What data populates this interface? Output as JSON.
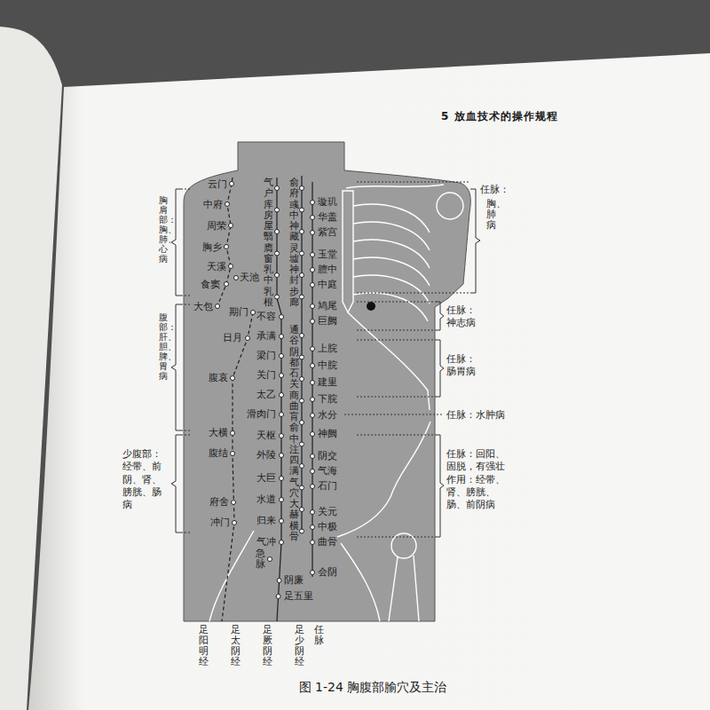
{
  "diagram": {
    "caption": "图 1-24 胸腹部腧穴及主治",
    "labels": [
      "5 放血技术的操作规程",
      "云门",
      "中府",
      "周荣",
      "胸乡",
      "天溪",
      "食窦",
      "天池",
      "大包",
      "气户",
      "库房",
      "屋翳",
      "膺窗",
      "乳中",
      "乳根",
      "俞府",
      "彧中",
      "神藏",
      "灵墟",
      "神封",
      "步廊",
      "璇玑",
      "华盖",
      "紫宫",
      "玉堂",
      "膻中",
      "中庭",
      "鸠尾",
      "巨阙",
      "上脘",
      "中脘",
      "建里",
      "下脘",
      "水分",
      "神阙",
      "阴交",
      "气海",
      "石门",
      "关元",
      "中极",
      "曲骨",
      "会阴",
      "期门",
      "日月",
      "不容",
      "承满",
      "梁门",
      "关门",
      "太乙",
      "滑肉门",
      "天枢",
      "外陵",
      "大巨",
      "水道",
      "归来",
      "气冲",
      "腹哀",
      "大横",
      "腹结",
      "府舍",
      "冲门",
      "通谷",
      "阴都",
      "石关",
      "商曲",
      "肓俞",
      "中注",
      "四满",
      "气穴",
      "大赫",
      "横骨",
      "急脉",
      "阴廉",
      "足五里",
      "胸肩部：胸、肺、心病",
      "腹部：肝、胆、脾、胃病",
      "少腹部：经带、前阴、肾、膀胱、肠病",
      "任脉：",
      "胸、肺病",
      "任脉：神志病",
      "任脉：肠胃病",
      "任脉：水肿病",
      "任脉：回阳、固脱，有强壮作用：经带、肾、膀胱、肠、前阴病",
      "足阳明经",
      "足太阴经",
      "足厥阴经",
      "足少阴经",
      "任脉"
    ]
  }
}
